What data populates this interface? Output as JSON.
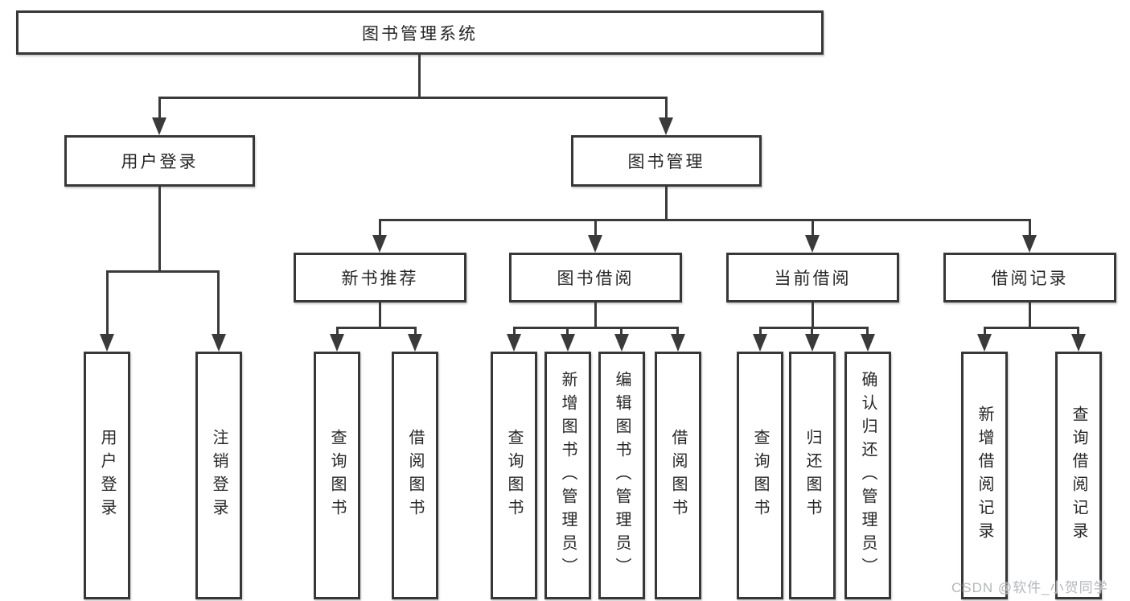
{
  "diagram": {
    "root": {
      "label": "图书管理系统"
    },
    "branches": [
      {
        "label": "用户登录",
        "children": [
          {
            "label": "用户登录"
          },
          {
            "label": "注销登录"
          }
        ]
      },
      {
        "label": "图书管理",
        "groups": [
          {
            "label": "新书推荐",
            "children": [
              {
                "label": "查询图书"
              },
              {
                "label": "借阅图书"
              }
            ]
          },
          {
            "label": "图书借阅",
            "children": [
              {
                "label": "查询图书"
              },
              {
                "label": "新增图书（管理员）"
              },
              {
                "label": "编辑图书（管理员）"
              },
              {
                "label": "借阅图书"
              }
            ]
          },
          {
            "label": "当前借阅",
            "children": [
              {
                "label": "查询图书"
              },
              {
                "label": "归还图书"
              },
              {
                "label": "确认归还（管理员）"
              }
            ]
          },
          {
            "label": "借阅记录",
            "children": [
              {
                "label": "新增借阅记录"
              },
              {
                "label": "查询借阅记录"
              }
            ]
          }
        ]
      }
    ]
  },
  "watermark": {
    "text": "CSDN @软件_小贺同学",
    "color": "#b4b7bb"
  },
  "colors": {
    "line": "#3a3a3a",
    "box_border": "#373737",
    "text": "#262626",
    "background": "#ffffff"
  }
}
